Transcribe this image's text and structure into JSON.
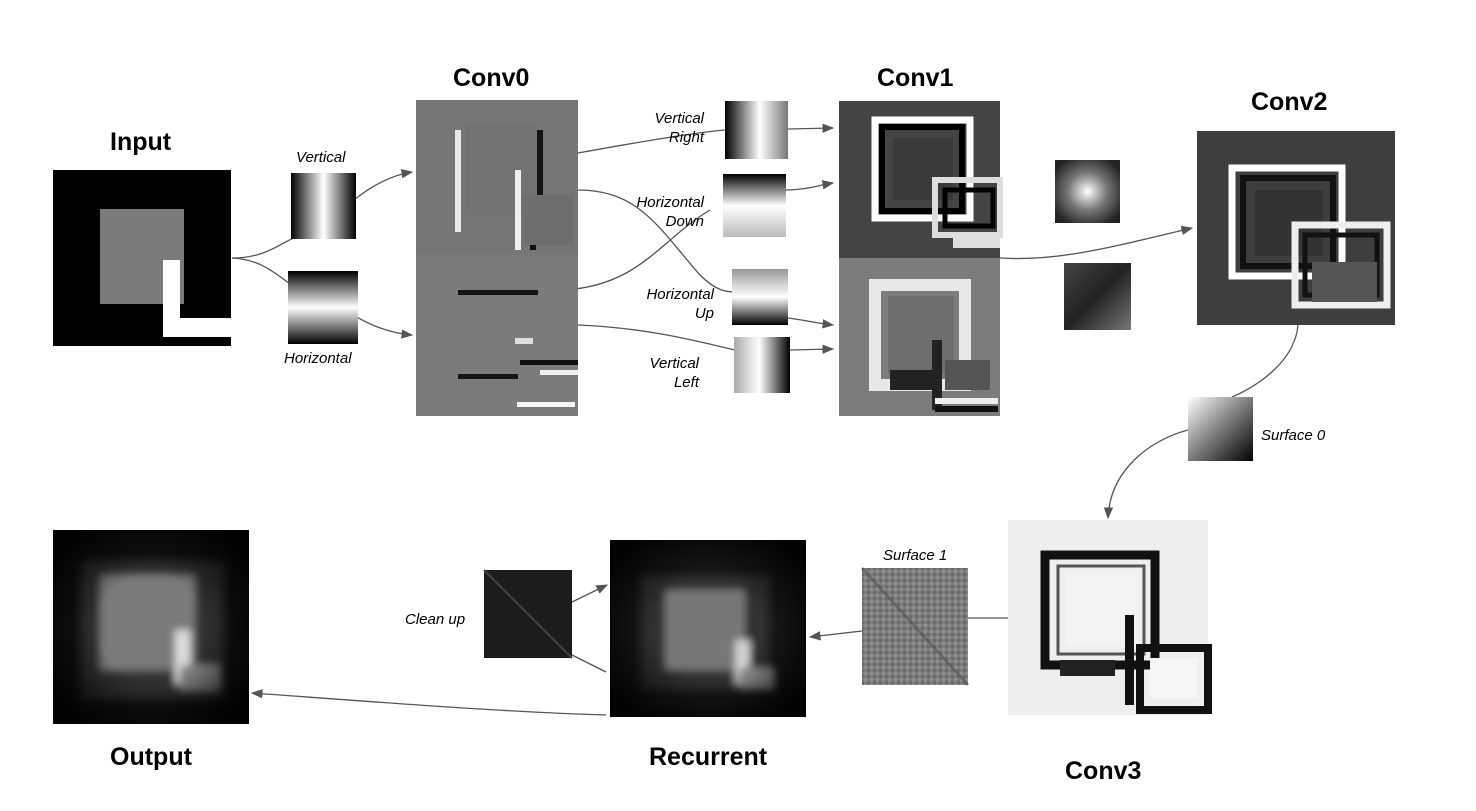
{
  "stage_titles": {
    "input": "Input",
    "conv0": "Conv0",
    "conv1": "Conv1",
    "conv2": "Conv2",
    "conv3": "Conv3",
    "recurrent": "Recurrent",
    "output": "Output"
  },
  "kernel_labels": {
    "vertical": "Vertical",
    "horizontal": "Horizontal",
    "vertical_right": [
      "Vertical",
      "Right"
    ],
    "horizontal_down": [
      "Horizontal",
      "Down"
    ],
    "horizontal_up": [
      "Horizontal",
      "Up"
    ],
    "vertical_left": [
      "Vertical",
      "Left"
    ],
    "surface_0": "Surface 0",
    "surface_1": "Surface 1",
    "clean_up": "Clean up"
  },
  "colors": {
    "arrow": "#555555",
    "text": "#111111",
    "conv0_bg": "#7a7a7a",
    "conv1_top_bg": "#444444",
    "conv1_bottom_bg": "#7a7a7a",
    "conv2_bg": "#3e3e3e",
    "conv3_bg": "#eeeeee"
  }
}
